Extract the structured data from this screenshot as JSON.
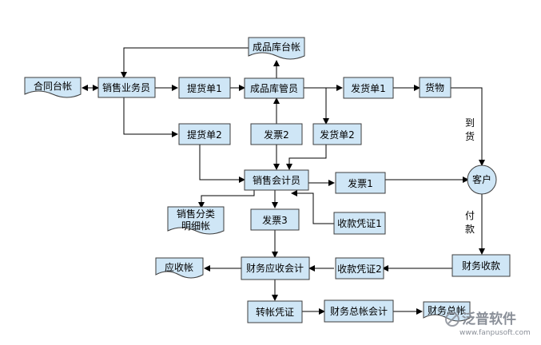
{
  "colors": {
    "box_fill": "#cfe6f6",
    "box_stroke": "#3d3d3d",
    "line": "#000000",
    "watermark": "#8a8f98"
  },
  "nodes": {
    "chengpin_taizhang": "成品库台帐",
    "hetong_taizhang": "合同台帐",
    "xiaoshou_yewuyuan": "销售业务员",
    "tihuodan1": "提货单1",
    "chengpin_guanyuan": "成品库管员",
    "fahuodan1": "发货单1",
    "huowu": "货物",
    "tihuodan2": "提货单2",
    "fapiao2": "发票2",
    "fahuodan2": "发货单2",
    "xiaoshou_kuaiji": "销售会计员",
    "fapiao1": "发票1",
    "kehu": "客户",
    "fenlei_line1": "销售分类",
    "fenlei_line2": "明细帐",
    "fapiao3": "发票3",
    "shoukuan_pingzheng1": "收款凭证1",
    "yingshouzhang": "应收帐",
    "caiwu_yingshou": "财务应收会计",
    "shoukuan_pingzheng2": "收款凭证2",
    "caiwu_shoukuan": "财务收款",
    "zhuanzhang_pingzheng": "转帐凭证",
    "caiwu_zongzhang_kuaiji": "财务总帐会计",
    "caiwu_zongzhang": "财务总帐"
  },
  "labels": {
    "daohuo_1": "到",
    "daohuo_2": "货",
    "fukuan_1": "付",
    "fukuan_2": "款"
  },
  "watermark": {
    "brand": "泛普软件",
    "url": "www.fanpusoft.com"
  }
}
